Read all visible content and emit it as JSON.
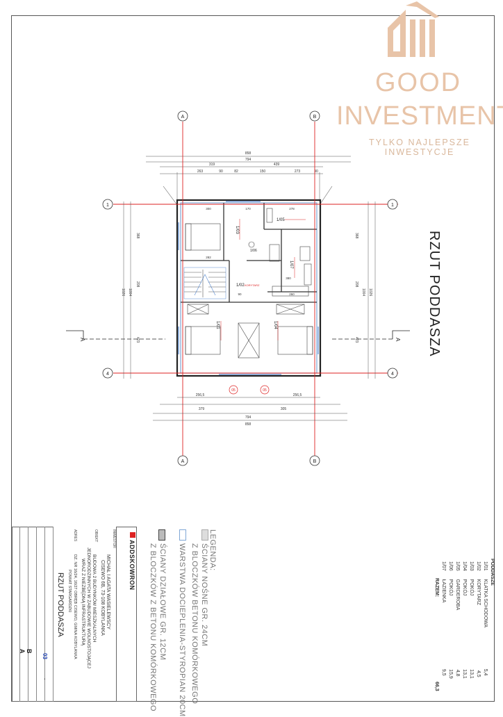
{
  "logo": {
    "word1": "GOOD",
    "word2": "INVESTMENT",
    "tagline": "TYLKO NAJLEPSZE INWESTYCJE",
    "color": "#e8c4a8"
  },
  "plan": {
    "title": "RZUT PODDASZA",
    "axes": {
      "a": "A",
      "b": "B",
      "one": "1",
      "four": "4",
      "section": "A"
    },
    "dims_top": {
      "overall": "858",
      "inner": "794",
      "d319": "319",
      "d439": "439",
      "d263": "263",
      "d90a": "90",
      "d82": "82",
      "d150": "150",
      "d273": "273",
      "d90b": "90"
    },
    "dims_bottom": {
      "d256a": "256,5",
      "d256b": "256,5",
      "d379": "379",
      "d305": "305",
      "overall": "858",
      "d794": "794"
    },
    "dims_side": {
      "d1026": "1026",
      "d1004": "1004",
      "d368": "368",
      "d208": "208",
      "d423": "423"
    },
    "room_labels": {
      "r1": "1/01",
      "r2": "1/02",
      "r3": "1/03",
      "r4": "1/04",
      "r5": "1/05",
      "r6": "1/06",
      "r7": "1/07"
    },
    "corridor_label": "KORYTARZ",
    "window_marks": [
      "05",
      "05"
    ],
    "room_inner_dims": {
      "d300": "300",
      "d170": "170",
      "d278": "278",
      "d282": "282",
      "d380": "380",
      "d90": "90",
      "d260": "260"
    }
  },
  "legend": {
    "title": "LEGENDA:",
    "line1": "ŚCIANY NOŚNE GR. 24CM",
    "line2": "Z BLOCZKÓW BETONU KOMÓRKOWEGO",
    "line3": "WARSTWA DOCIEPLENIA-STYROPIAN 20CM",
    "line4": "ŚCIANY DZIAŁOWE GR. 12CM",
    "line5": "Z BLOCZKÓW Z BETONU KOMÓRKOWEGO",
    "swatch_color": "#bcd3ea"
  },
  "rooms_table": {
    "header": "PODDASZE",
    "rows": [
      {
        "id": "1/01",
        "name": "KLATKA SCHODOWA",
        "area": "5,4"
      },
      {
        "id": "1/02",
        "name": "KORYTARZ",
        "area": "4,5"
      },
      {
        "id": "1/03",
        "name": "POKÓJ",
        "area": "13,1"
      },
      {
        "id": "1/04",
        "name": "POKÓJ",
        "area": "13,1"
      },
      {
        "id": "1/05",
        "name": "GARDEROBA",
        "area": "4,8"
      },
      {
        "id": "1/06",
        "name": "POKÓJ",
        "area": "15,9"
      },
      {
        "id": "1/07",
        "name": "ŁAZIENKA",
        "area": "9,5"
      }
    ],
    "total_label": "RAZEM:",
    "total": "66,3"
  },
  "titleblock": {
    "brand": "ADDSKOWRON",
    "investor_label": "INWESTOR",
    "investor": "MICHAŁ I AGATA WASIELEWSCY",
    "investor_address": "CISEWO 6B, 73-108 KOBYLANKA",
    "object_label": "OBIEKT",
    "object1": "BUDOWA 2 BUDYNKÓW MIESZKALNYCH",
    "object2": "JEDNORODZINNYCH W ZABUDOWIE WOLNOSTOJĄCEJ",
    "object3": "WRAZ Z NIEZBĘDNĄ INFRASTRUKTURĄ",
    "address_label": "ADRES",
    "address": "DZ. NR 16/24, 16/27 OBRĘB CISEWO, GMINA KOBYLANKA",
    "address2": "POWIAT STARGARDZKI",
    "drawing_title": "RZUT PODDASZA",
    "sheet_letters": [
      "B",
      "A",
      "03"
    ],
    "stamp_dash": "-"
  }
}
